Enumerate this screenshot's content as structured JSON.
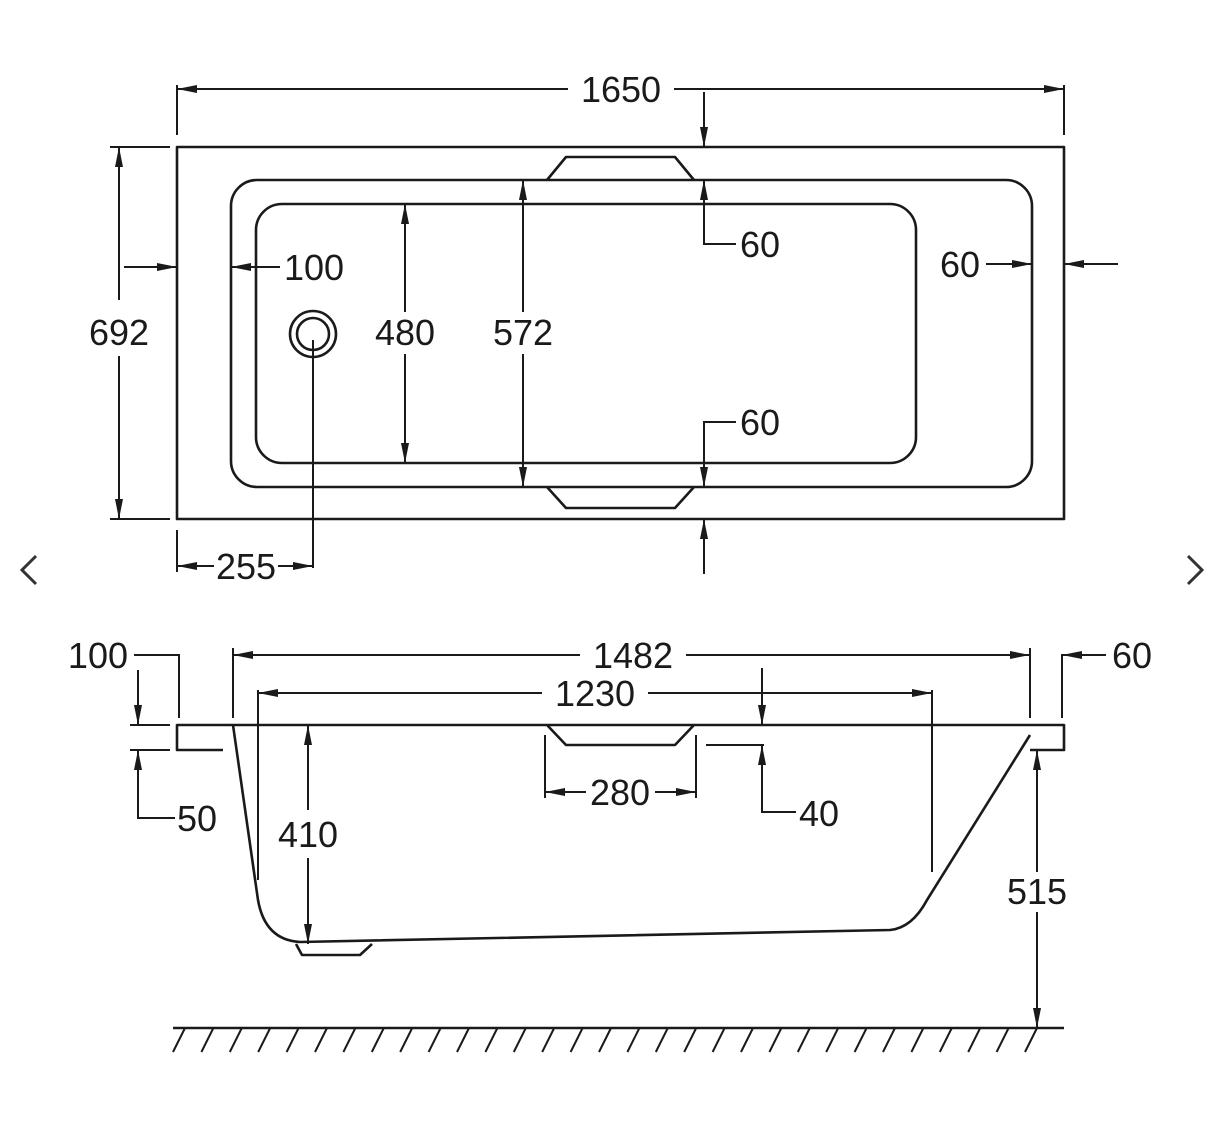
{
  "plan_view": {
    "overall_length": "1650",
    "overall_width": "692",
    "rim_left": "100",
    "rim_right": "60",
    "rim_top_side": "60",
    "rim_bottom_side": "60",
    "inner_width": "480",
    "interior_width": "572",
    "waste_offset": "255"
  },
  "side_view": {
    "top_length": "1482",
    "bottom_length": "1230",
    "rim_left": "100",
    "rim_right": "60",
    "rim_thickness": "50",
    "depth": "410",
    "handle_width": "280",
    "handle_depth": "40",
    "overall_height": "515"
  },
  "nav": {
    "prev_icon": "chevron-left-icon",
    "next_icon": "chevron-right-icon"
  }
}
